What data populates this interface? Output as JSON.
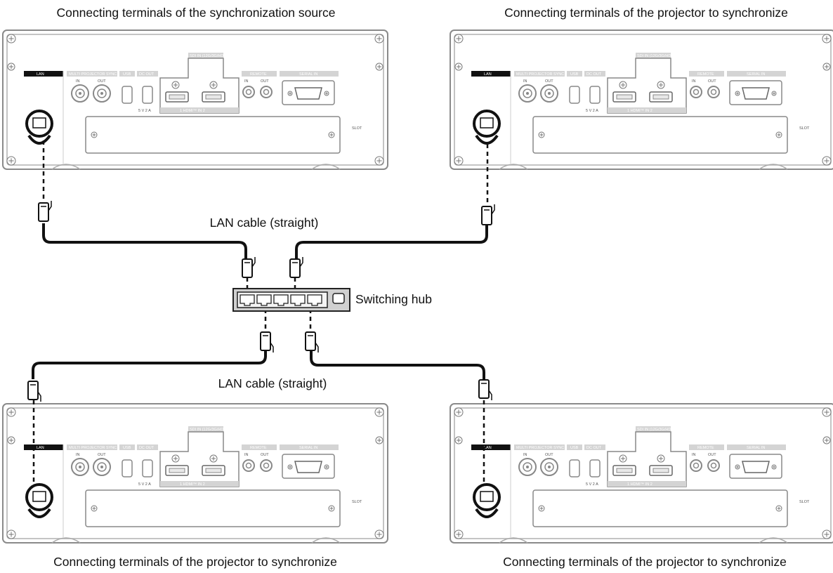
{
  "captions": {
    "source": "Connecting terminals of the synchronization source",
    "target_top": "Connecting terminals of the projector to synchronize",
    "target_bottom_left": "Connecting terminals of the projector to synchronize",
    "target_bottom_right": "Connecting terminals of the projector to synchronize"
  },
  "cable_label_top": "LAN cable (straight)",
  "cable_label_bottom": "LAN cable (straight)",
  "hub_label": "Switching hub",
  "panel": {
    "lan": "LAN",
    "multi_sync": "MULTI PROJECTOR SYNC",
    "usb": "USB",
    "dc_out": "DC OUT",
    "sdi": "SDI IN (12G/3G/HD)",
    "remote": "REMOTE",
    "serial": "SERIAL IN",
    "in": "IN",
    "out": "OUT",
    "dc_rating": "5 V  2 A",
    "hdmi": "1   HDMI™ IN   2",
    "slot": "SLOT"
  },
  "colors": {
    "panel_stroke": "#8a8a8a",
    "panel_fill": "#ffffff",
    "header_fill": "#d4d4d4",
    "lan_header_fill": "#111111",
    "cable": "#111111",
    "hub_fill": "#d0d0d0"
  }
}
